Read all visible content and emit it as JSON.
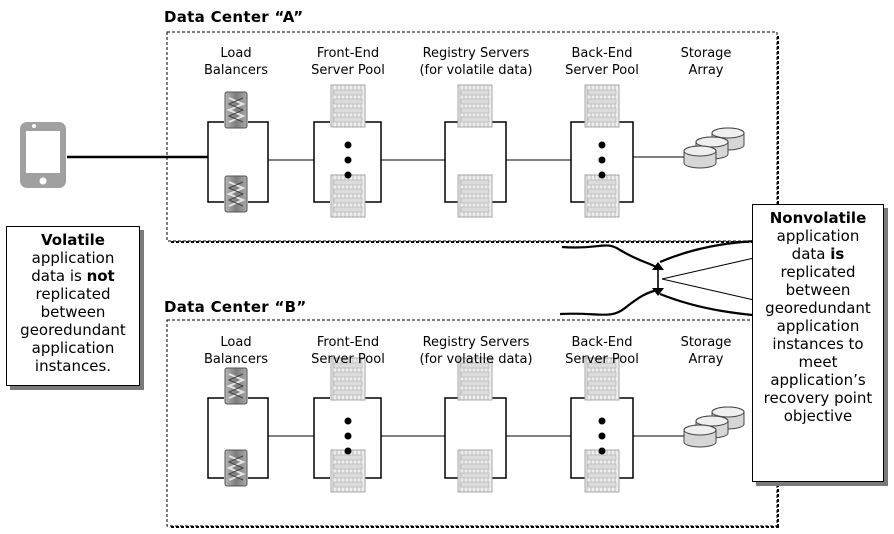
{
  "data_center_a": {
    "title": "Data Center “A”",
    "columns": [
      {
        "line1": "Load",
        "line2": "Balancers"
      },
      {
        "line1": "Front-End",
        "line2": "Server Pool"
      },
      {
        "line1": "Registry Servers",
        "line2": "(for volatile data)"
      },
      {
        "line1": "Back-End",
        "line2": "Server Pool"
      },
      {
        "line1": "Storage",
        "line2": "Array"
      }
    ]
  },
  "data_center_b": {
    "title": "Data Center “B”",
    "columns": [
      {
        "line1": "Load",
        "line2": "Balancers"
      },
      {
        "line1": "Front-End",
        "line2": "Server Pool"
      },
      {
        "line1": "Registry Servers",
        "line2": "(for volatile data)"
      },
      {
        "line1": "Back-End",
        "line2": "Server Pool"
      },
      {
        "line1": "Storage",
        "line2": "Array"
      }
    ]
  },
  "volatile_callout": {
    "bold1": "Volatile",
    "text1": "application",
    "text2": "data is ",
    "bold2": "not",
    "text3": "replicated",
    "text4": "between",
    "text5": "georedundant",
    "text6": "application",
    "text7": "instances."
  },
  "nonvolatile_callout": {
    "bold1": "Nonvolatile",
    "text1": "application",
    "text2": "data ",
    "bold2": "is",
    "text3": "replicated",
    "text4": "between",
    "text5": "georedundant",
    "text6": "application",
    "text7": "instances to",
    "text8": "meet",
    "text9": "application’s",
    "text10": "recovery point",
    "text11": "objective"
  },
  "icons": {
    "client": "smartphone-icon",
    "load_balancer": "load-balancer-icon",
    "server": "server-icon",
    "storage": "disk-storage-icon"
  }
}
